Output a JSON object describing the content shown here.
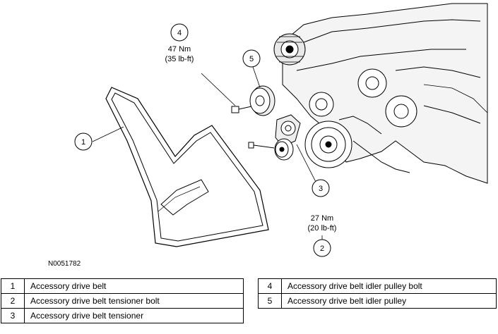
{
  "figure_id": "N0051782",
  "callouts": [
    {
      "number": "1"
    },
    {
      "number": "2",
      "torque_nm": "27 Nm",
      "torque_lbft": "(20 lb-ft)"
    },
    {
      "number": "3"
    },
    {
      "number": "4",
      "torque_nm": "47 Nm",
      "torque_lbft": "(35 lb-ft)"
    },
    {
      "number": "5"
    }
  ],
  "legend": {
    "left": [
      {
        "number": "1",
        "description": "Accessory drive belt"
      },
      {
        "number": "2",
        "description": "Accessory drive belt tensioner bolt"
      },
      {
        "number": "3",
        "description": "Accessory drive belt tensioner"
      }
    ],
    "right": [
      {
        "number": "4",
        "description": "Accessory drive belt idler pulley bolt"
      },
      {
        "number": "5",
        "description": "Accessory drive belt idler pulley"
      }
    ]
  }
}
